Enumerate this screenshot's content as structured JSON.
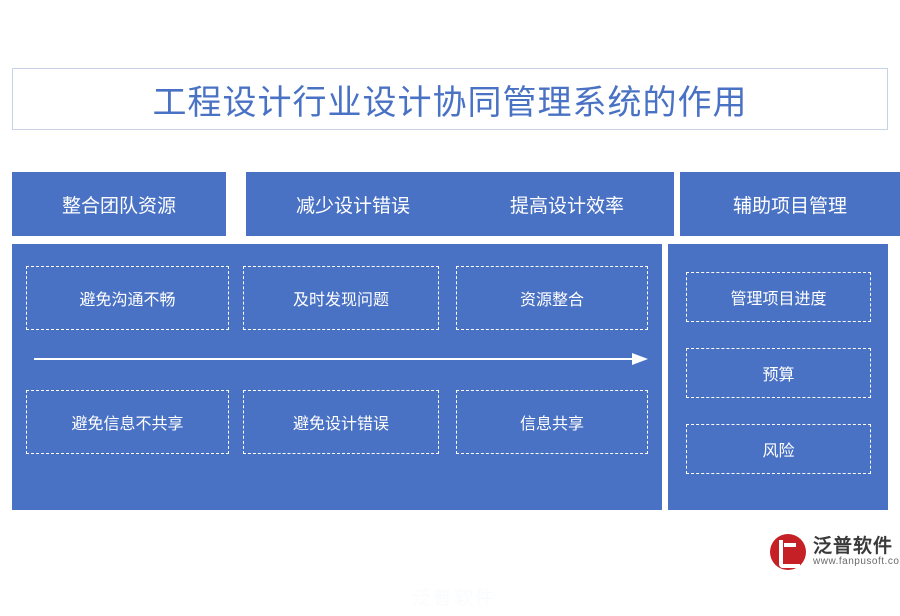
{
  "title": "工程设计行业设计协同管理系统的作用",
  "header_boxes": [
    {
      "label": "整合团队资源"
    },
    {
      "label": "减少设计错误"
    },
    {
      "label": "提高设计效率"
    },
    {
      "label": "辅助项目管理"
    }
  ],
  "left_panel": {
    "row1": [
      {
        "label": "避免沟通不畅"
      },
      {
        "label": "及时发现问题"
      },
      {
        "label": "资源整合"
      }
    ],
    "row2": [
      {
        "label": "避免信息不共享"
      },
      {
        "label": "避免设计错误"
      },
      {
        "label": "信息共享"
      }
    ]
  },
  "right_panel": {
    "items": [
      {
        "label": "管理项目进度"
      },
      {
        "label": "预算"
      },
      {
        "label": "风险"
      }
    ]
  },
  "watermark": {
    "center_text": "泛普软件",
    "logo_cn": "泛普软件",
    "logo_en": "www.fanpusoft.com"
  },
  "colors": {
    "brand_blue": "#4a72c4",
    "title_text": "#4a72c4",
    "box_text": "#ffffff",
    "logo_red": "#c42026",
    "page_background": "#ffffff"
  }
}
